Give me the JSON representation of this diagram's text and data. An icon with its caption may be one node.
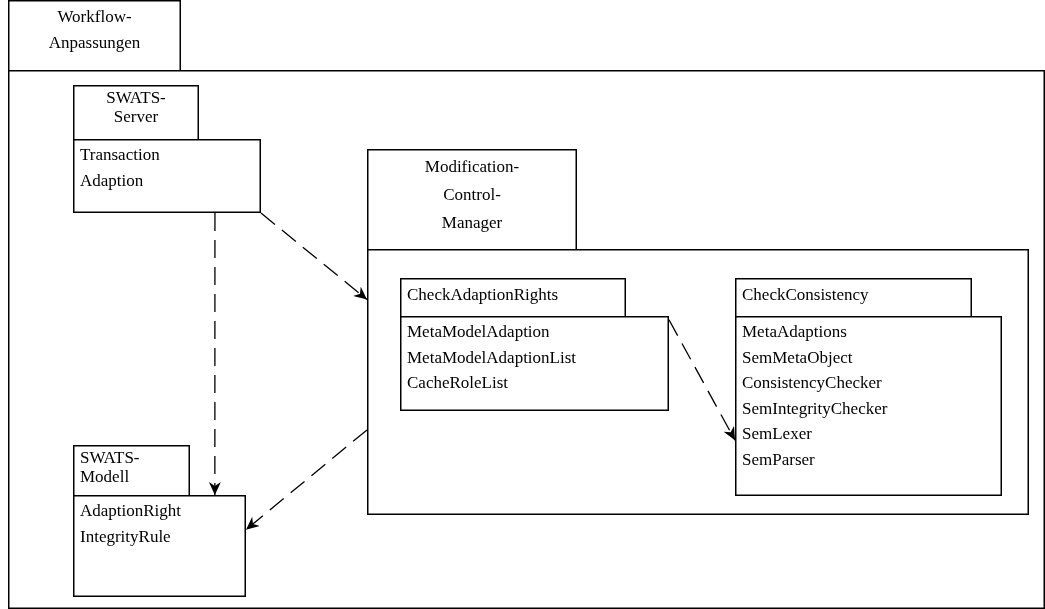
{
  "diagram": {
    "nodes": [
      {
        "text": [
          "Workflow-Anpassungen"
        ]
      },
      {
        "text": [
          "SWATS-Server",
          "Transaction Adaption"
        ],
        "in": 0
      },
      {
        "text": [
          "Modification-Control-Manager"
        ],
        "in": 0
      },
      {
        "text": [
          "CheckAdaptionRights",
          "MetaModelAdaption",
          "MetaModelAdaptionList",
          "CacheRoleList"
        ],
        "in": 2
      },
      {
        "text": [
          "CheckConsistency",
          "MetaAdaptions",
          "SemMetaObject",
          "ConsistencyChecker",
          "SemIntegrityChecker",
          "SemLexer",
          "SemParser"
        ],
        "in": 2
      },
      {
        "text": [
          "SWATS-Modell",
          "AdaptionRight",
          "IntegrityRule"
        ],
        "in": 0
      }
    ],
    "edges": [
      {
        "from": 1,
        "to": 2,
        "arrow": "to",
        "style": "dashed"
      },
      {
        "from": 1,
        "to": 5,
        "arrow": "to",
        "style": "dashed"
      },
      {
        "from": 3,
        "to": 4,
        "arrow": "to",
        "style": "dashed"
      },
      {
        "from": 2,
        "to": 5,
        "arrow": "to",
        "style": "dashed"
      }
    ]
  }
}
